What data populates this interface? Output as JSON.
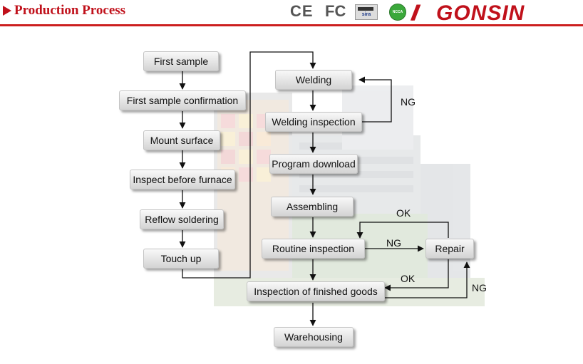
{
  "header": {
    "title": "Production Process",
    "certifications": [
      "CE",
      "FC",
      "sira",
      "NCCA"
    ],
    "brand": "GONSIN",
    "brand_slashes": "//",
    "accent_color": "#c0111b"
  },
  "flow": {
    "left_column": [
      "First sample",
      "First sample confirmation",
      "Mount surface",
      "Inspect before furnace",
      "Reflow soldering",
      "Touch up"
    ],
    "right_column": [
      "Welding",
      "Welding inspection",
      "Program download",
      "Assembling",
      "Routine inspection",
      "Inspection of finished goods",
      "Warehousing"
    ],
    "side_box": "Repair",
    "edge_labels": {
      "welding_ng": "NG",
      "routine_ng": "NG",
      "repair_ok_top": "OK",
      "repair_ok_bottom": "OK",
      "finished_ng": "NG"
    }
  }
}
